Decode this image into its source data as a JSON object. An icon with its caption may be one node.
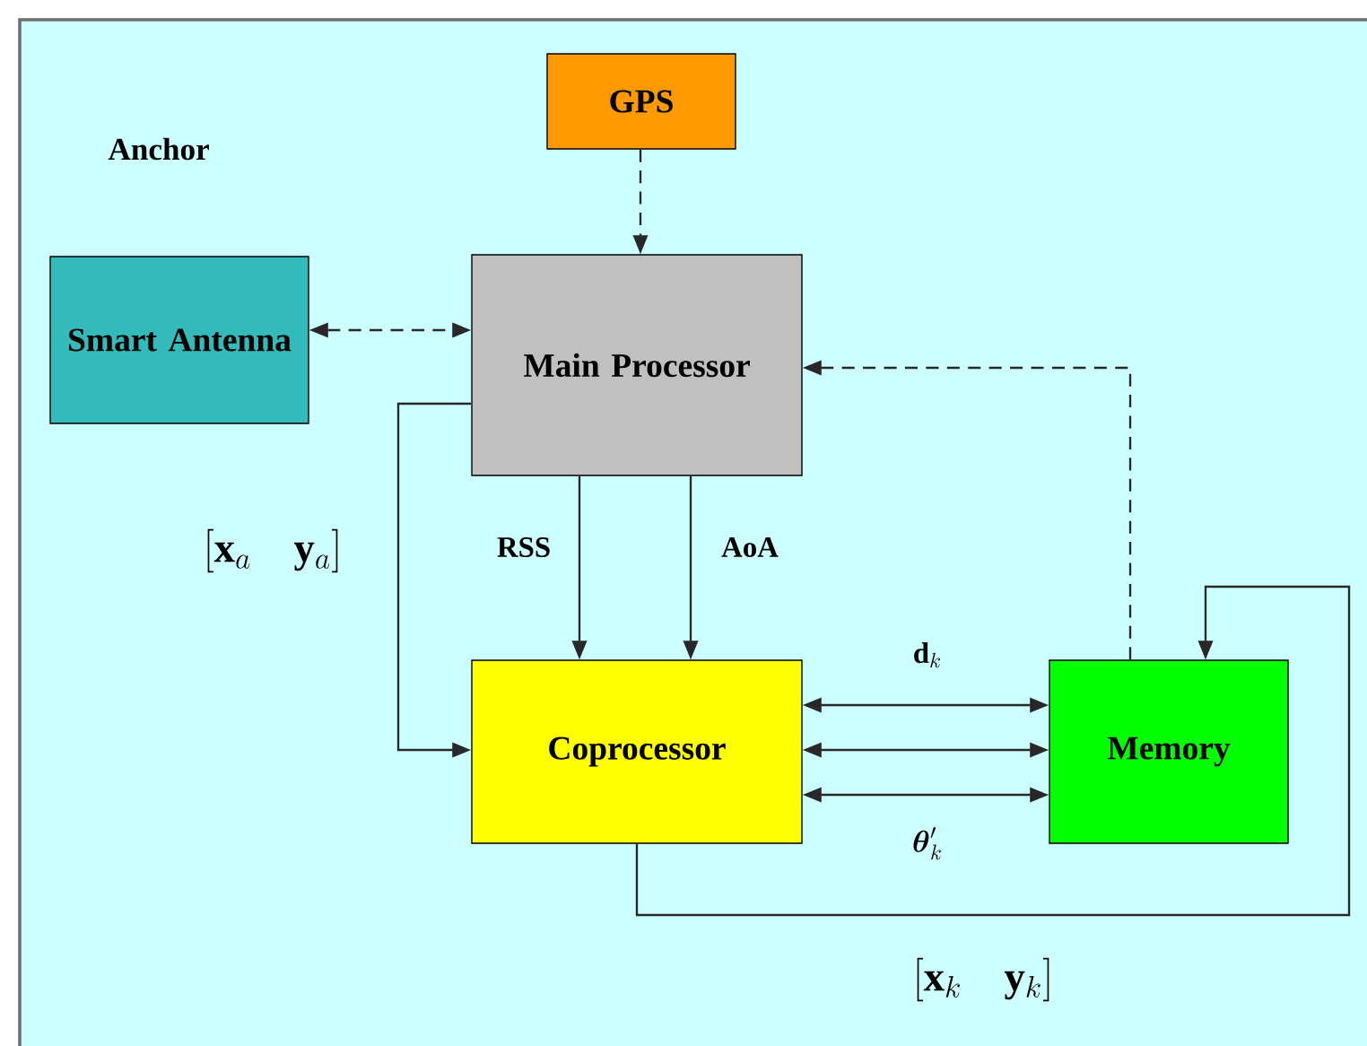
{
  "diagram": {
    "nodes": [
      {
        "text": [
          "GPS"
        ]
      },
      {
        "text": [
          "Smart Antenna"
        ]
      },
      {
        "text": [
          "Main Processor"
        ]
      },
      {
        "text": [
          "Coprocessor"
        ]
      },
      {
        "text": [
          "Memory"
        ]
      }
    ],
    "edges": [
      {
        "from": 0,
        "to": 2,
        "arrow": "to",
        "style": "dashed"
      },
      {
        "from": 1,
        "to": 2,
        "arrow": "both",
        "style": "dashed"
      },
      {
        "from": 4,
        "to": 2,
        "arrow": "to",
        "style": "dashed"
      },
      {
        "from": 2,
        "to": 3,
        "arrow": "to",
        "label": "RSS"
      },
      {
        "from": 2,
        "to": 3,
        "arrow": "to",
        "label": "AoA"
      },
      {
        "from": 2,
        "to": 3,
        "arrow": "to",
        "label": "\\left[\\mathbf{x}_{a}\\quad\\mathbf{y}_{a}\\right]"
      },
      {
        "from": 3,
        "to": 4,
        "arrow": "both",
        "label": "\\mathbf{d}_{k}"
      },
      {
        "from": 3,
        "to": 4,
        "arrow": "both"
      },
      {
        "from": 3,
        "to": 4,
        "arrow": "both",
        "label": "\\boldsymbol{\\theta}'_{k}"
      },
      {
        "from": 3,
        "to": 4,
        "arrow": "to",
        "label": "\\left[\\mathbf{x}_{k}\\quad\\mathbf{y}_{k}\\right]"
      }
    ],
    "labels": [
      "Anchor"
    ]
  }
}
